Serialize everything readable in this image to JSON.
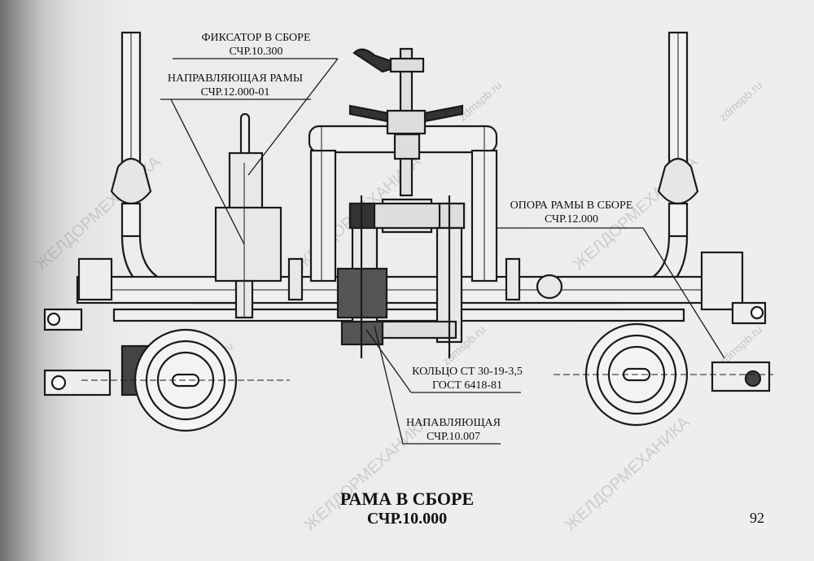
{
  "labels": {
    "fixator": "ФИКСАТОР В СБОРЕ",
    "fixator_code": "СЧР.10.300",
    "frame_guide": "НАПРАВЛЯЮЩАЯ РАМЫ",
    "frame_guide_code": "СЧР.12.000-01",
    "frame_support": "ОПОРА РАМЫ В СБОРЕ",
    "frame_support_code": "СЧР.12.000",
    "ring": "КОЛЬЦО СТ 30-19-3,5",
    "ring_standard": "ГОСТ 6418-81",
    "guide": "НАПАВЛЯЮЩАЯ",
    "guide_code": "СЧР.10.007"
  },
  "caption": {
    "title": "РАМА В СБОРЕ",
    "code": "СЧР.10.000"
  },
  "page_number": "92",
  "watermark": {
    "text": "ЖЕЛДОРМЕХАНИКА",
    "url": "zdmspb.ru"
  }
}
